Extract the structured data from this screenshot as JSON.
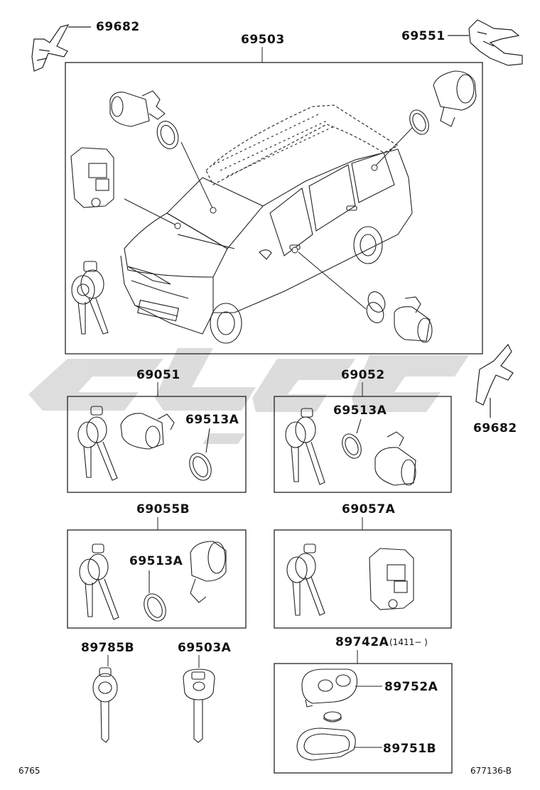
{
  "labels": {
    "p69682_top": "69682",
    "p69503": "69503",
    "p69551": "69551",
    "p69051": "69051",
    "p69052": "69052",
    "p69682_right": "69682",
    "p69513a_1": "69513A",
    "p69513a_2": "69513A",
    "p69055b": "69055B",
    "p69057a": "69057A",
    "p69513a_3": "69513A",
    "p89785b": "89785B",
    "p69503a": "69503A",
    "p89742a": "89742A",
    "p89742a_date": "(1411−    )",
    "p89752a": "89752A",
    "p89751b": "89751B"
  },
  "footer": {
    "left_code": "6765",
    "right_code": "677136-B"
  },
  "colors": {
    "line": "#222222",
    "watermark": "#d6d6d6"
  }
}
